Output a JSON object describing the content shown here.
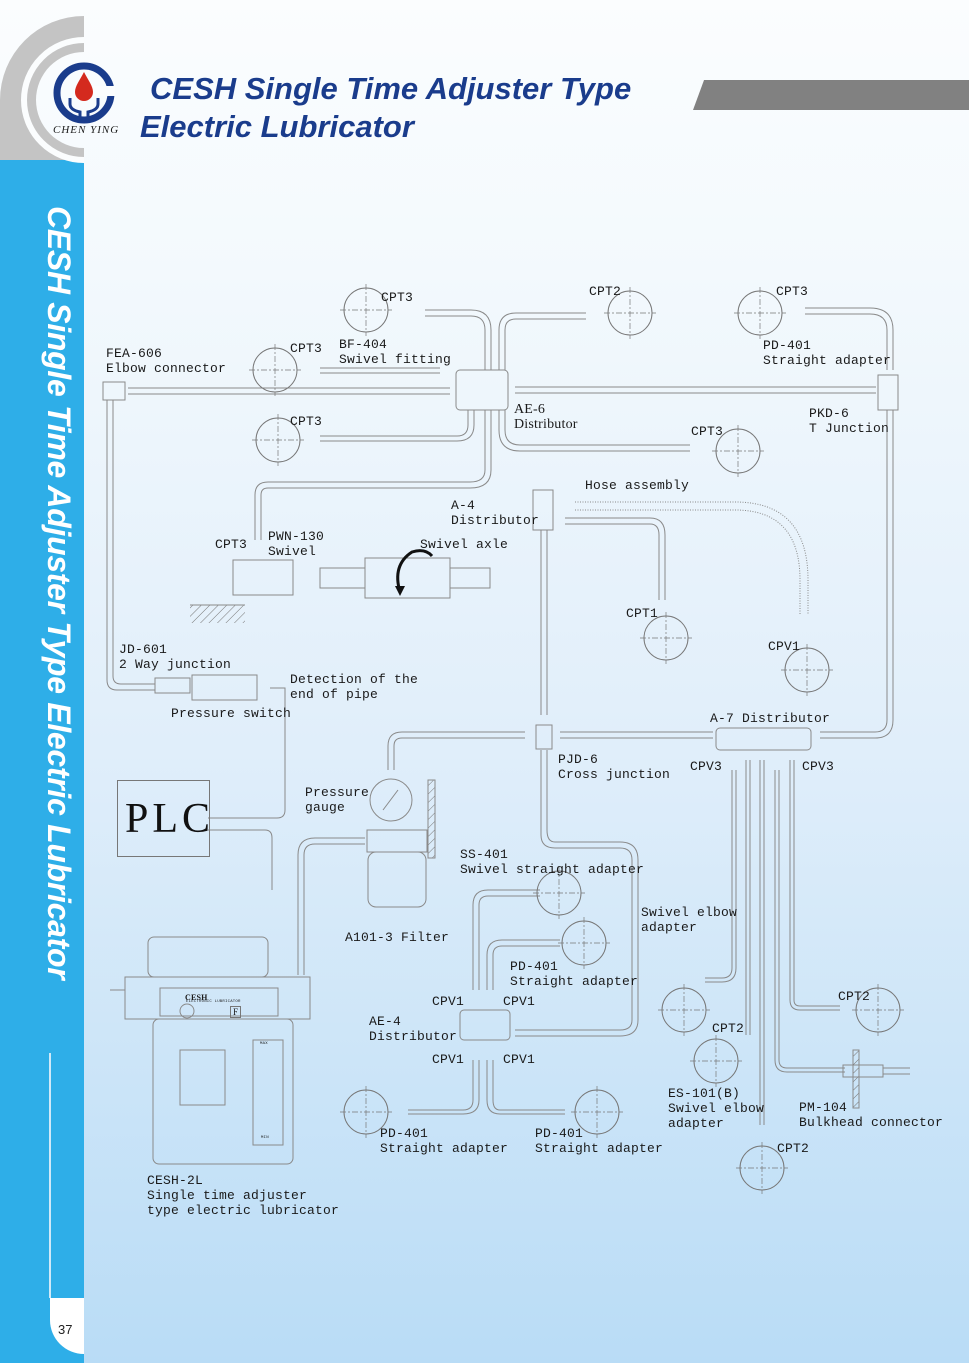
{
  "header": {
    "title_line1": "CESH Single Time Adjuster Type",
    "title_line2": "Electric Lubricator",
    "brand": "CHEN YING",
    "colors": {
      "title": "#1a3c8c",
      "sidebar": "#2eaee8",
      "bar": "#818181",
      "logo_blue": "#1a3c8c",
      "logo_red": "#d42a1e"
    }
  },
  "sidebar": {
    "vertical_title": "CESH Single Time Adjuster Type Electric Lubricator",
    "page_number": "37"
  },
  "plc": {
    "label": "PLC"
  },
  "labels": {
    "cpt3_top": "CPT3",
    "cpt2_top": "CPT2",
    "cpt3_topright": "CPT3",
    "cpt3_left": "CPT3",
    "bf404": "BF-404\nSwivel fitting",
    "fea606": "FEA-606\nElbow connector",
    "pd401_top": "PD-401\nStraight adapter",
    "ae6": "AE-6\nDistributor",
    "pkd6": "PKD-6\nT Junction",
    "cpt3_mid": "CPT3",
    "cpt3_right_mid": "CPT3",
    "hose": "Hose assembly",
    "a4": "A-4\nDistributor",
    "cpt3_pwn": "CPT3",
    "pwn130": "PWN-130\nSwivel",
    "swivel_axle": "Swivel axle",
    "cpt1": "CPT1",
    "cpv1_hose": "CPV1",
    "jd601": "JD-601\n2 Way junction",
    "detection": "Detection of the\nend of pipe",
    "pressure_switch": "Pressure switch",
    "a7": "A-7 Distributor",
    "pjd6": "PJD-6\nCross junction",
    "cpv3_left": "CPV3",
    "cpv3_right": "CPV3",
    "pressure_gauge": "Pressure\ngauge",
    "ss401": "SS-401\nSwivel straight adapter",
    "swivel_elbow": "Swivel elbow\nadapter",
    "a101": "A101-3 Filter",
    "pd401_mid": "PD-401\nStraight adapter",
    "cpv1_tl": "CPV1",
    "cpv1_tr": "CPV1",
    "ae4": "AE-4\nDistributor",
    "cpv1_bl": "CPV1",
    "cpv1_br": "CPV1",
    "cpt2_right": "CPT2",
    "cpt2_mid": "CPT2",
    "es101": "ES-101(B)\nSwivel elbow\nadapter",
    "pm104": "PM-104\nBulkhead connector",
    "cpt2_bottom": "CPT2",
    "pd401_bl": "PD-401\nStraight adapter",
    "pd401_br": "PD-401\nStraight adapter",
    "cesh2l": "CESH-2L\nSingle time adjuster\ntype electric lubricator"
  },
  "lubricator_panel": {
    "brand": "CESH",
    "subtitle": "ELECTRONIC LUBRICATOR",
    "gauge_max": "MAX",
    "gauge_min": "MIN",
    "button": "F"
  }
}
